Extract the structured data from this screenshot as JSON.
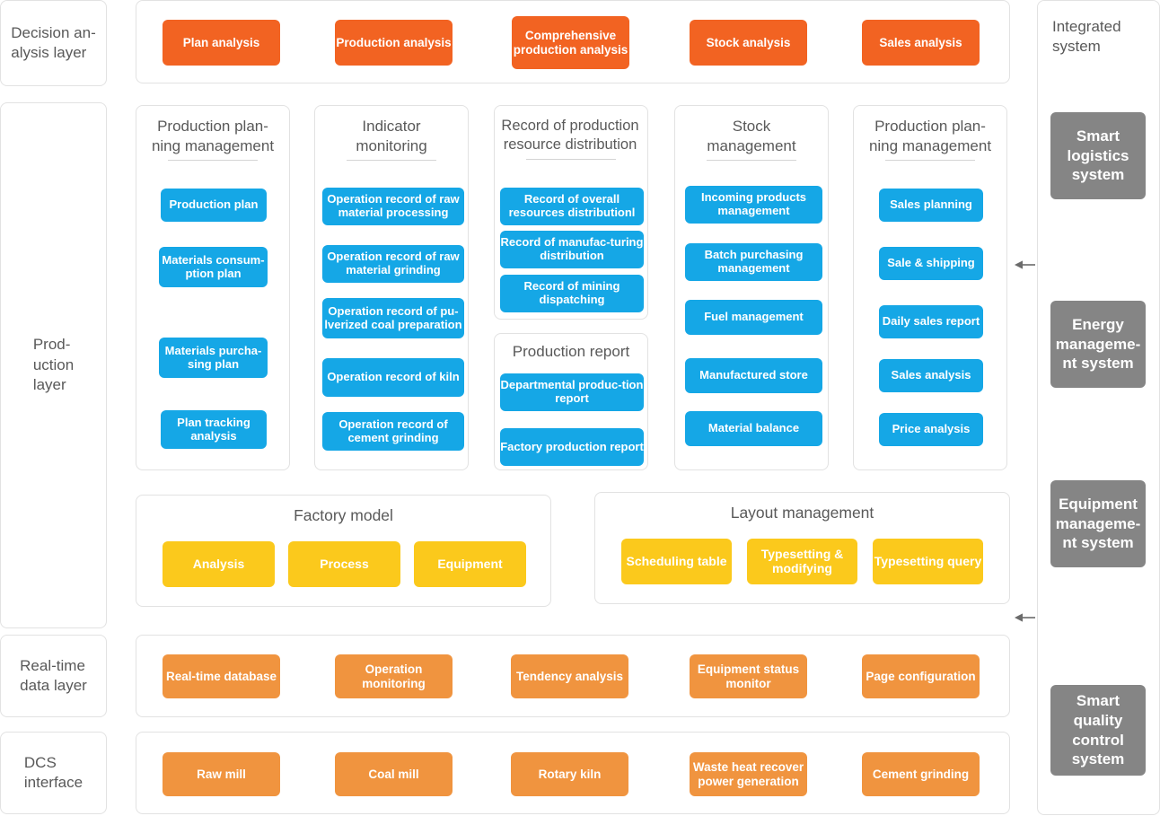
{
  "colors": {
    "orange": "#f26322",
    "blue": "#15a7e6",
    "yellow": "#fbc91c",
    "light_orange": "#f0943f",
    "grey": "#858585",
    "panel_border": "#e2e2e2",
    "text_grey": "#595959"
  },
  "layers": [
    {
      "id": "decision",
      "label": "Decision an-\nalysis  layer"
    },
    {
      "id": "production",
      "label": "Prod-\nuction\nlayer"
    },
    {
      "id": "realtime",
      "label": "Real-time\ndata layer"
    },
    {
      "id": "dcs",
      "label": "DCS\ninterface"
    }
  ],
  "layer_labels": {
    "decision_l1": "Decision an-",
    "decision_l2": "alysis  layer",
    "production_l1": "Prod-",
    "production_l2": "uction",
    "production_l3": "layer",
    "realtime_l1": "Real-time",
    "realtime_l2": "data layer",
    "dcs_l1": "DCS",
    "dcs_l2": "interface"
  },
  "decision_layer": {
    "buttons": [
      "Plan analysis",
      "Production analysis",
      "Comprehensive production analysis",
      "Stock analysis",
      "Sales analysis"
    ]
  },
  "production_layer": {
    "groups": [
      {
        "title": "Production plan-\nning management",
        "title_l1": "Production plan-",
        "title_l2": "ning management",
        "items": [
          "Production plan",
          "Materials consum-\nption plan",
          "Materials purcha-\nsing plan",
          "Plan tracking analysis"
        ]
      },
      {
        "title": "Indicator\nmonitoring",
        "title_l1": "Indicator",
        "title_l2": "monitoring",
        "items": [
          "Operation record of raw material processing",
          "Operation record of raw material grinding",
          "Operation record of pu-lverized coal preparation",
          "Operation record of kiln",
          "Operation record of cement grinding"
        ]
      },
      {
        "title": "Record of production\nresource distribution",
        "title_l1": "Record of production",
        "title_l2": "resource distribution",
        "items": [
          "Record of overall resources distributionl",
          "Record of manufac-turing distribution",
          "Record of mining dispatching"
        ]
      },
      {
        "title": "Production report",
        "title_l1": "Production report",
        "title_l2": "",
        "items": [
          "Departmental produc-tion report",
          "Factory production report"
        ]
      },
      {
        "title": "Stock\nmanagement",
        "title_l1": "Stock",
        "title_l2": "management",
        "items": [
          "Incoming products management",
          "Batch purchasing management",
          "Fuel management",
          "Manufactured store",
          "Material balance"
        ]
      },
      {
        "title": "Production plan-\nning management",
        "title_l1": "Production plan-",
        "title_l2": "ning management",
        "items": [
          "Sales planning",
          "Sale & shipping",
          "Daily sales report",
          "Sales analysis",
          "Price analysis"
        ]
      }
    ],
    "factory_model": {
      "title": "Factory model",
      "items": [
        "Analysis",
        "Process",
        "Equipment"
      ]
    },
    "layout_management": {
      "title": "Layout management",
      "items": [
        "Scheduling table",
        "Typesetting & modifying",
        "Typesetting query"
      ]
    }
  },
  "realtime_layer": {
    "buttons": [
      "Real-time database",
      "Operation monitoring",
      "Tendency analysis",
      "Equipment status monitor",
      "Page configuration"
    ]
  },
  "dcs_layer": {
    "buttons": [
      "Raw mill",
      "Coal mill",
      "Rotary kiln",
      "Waste heat recover power generation",
      "Cement grinding"
    ]
  },
  "integrated_system": {
    "title_l1": "Integrated",
    "title_l2": "system",
    "items": [
      "Smart logistics system",
      "Energy manageme-nt system",
      "Equipment manageme-nt system",
      "Smart quality control system"
    ]
  },
  "arrows": [
    {
      "name": "arrow-production-to-integrated",
      "direction": "left"
    },
    {
      "name": "arrow-layout-to-integrated",
      "direction": "left"
    }
  ]
}
